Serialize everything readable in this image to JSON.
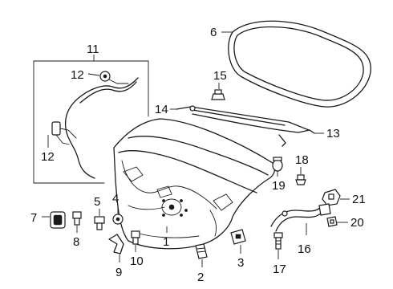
{
  "callouts": {
    "c1": "1",
    "c2": "2",
    "c3": "3",
    "c4": "4",
    "c5": "5",
    "c6": "6",
    "c7": "7",
    "c8": "8",
    "c9": "9",
    "c10": "10",
    "c11": "11",
    "c12a": "12",
    "c12b": "12",
    "c13": "13",
    "c14": "14",
    "c15": "15",
    "c16": "16",
    "c17": "17",
    "c18": "18",
    "c19": "19",
    "c20": "20",
    "c21": "21"
  },
  "colors": {
    "line": "#1a1a1a",
    "background": "#ffffff"
  }
}
